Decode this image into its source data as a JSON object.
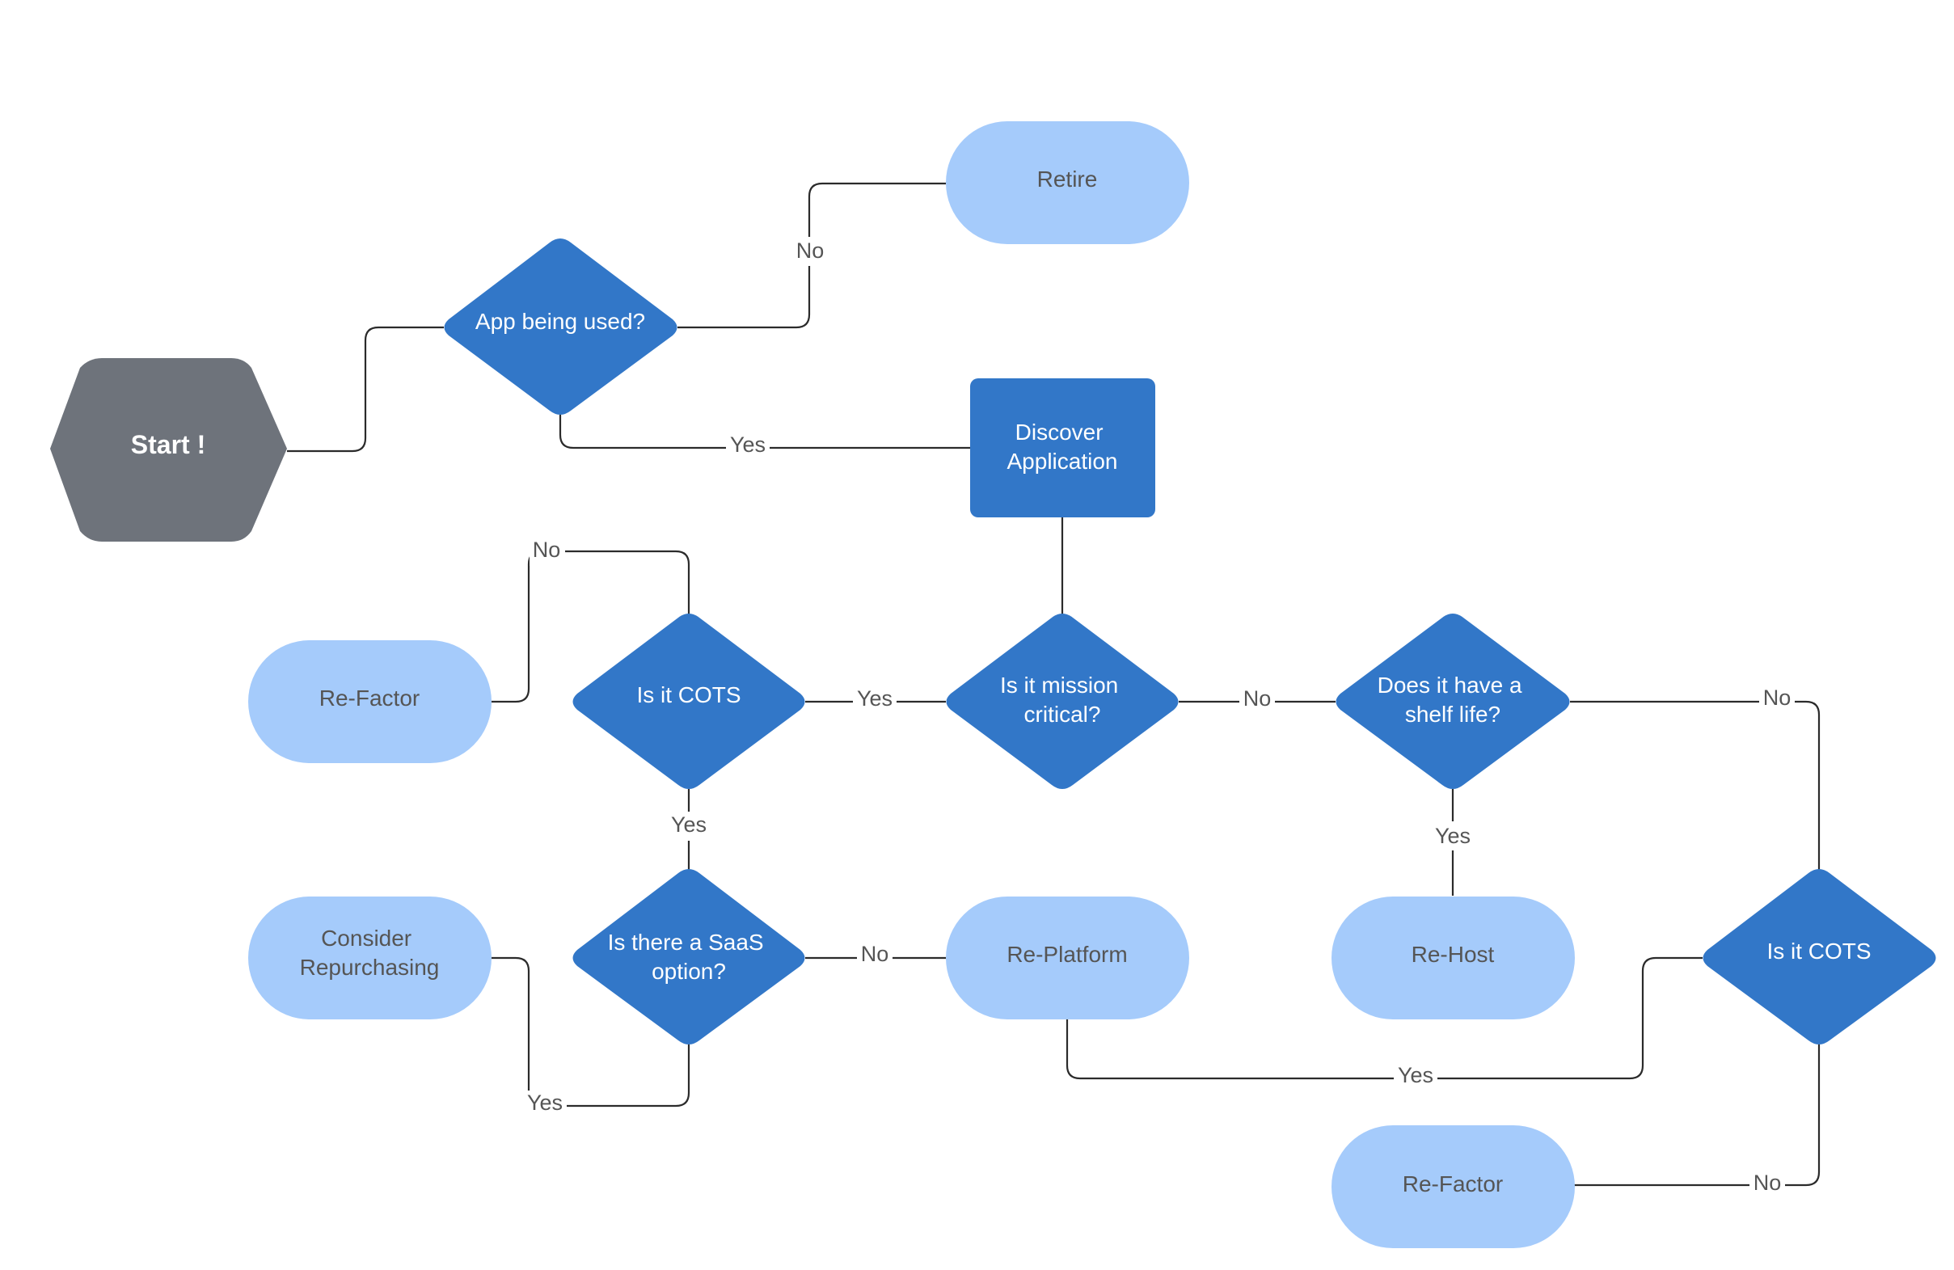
{
  "colors": {
    "start_fill": "#6e737b",
    "decision_fill": "#3277c8",
    "process_fill": "#3277c8",
    "terminal_fill": "#a5cbfb",
    "light_text": "#ffffff",
    "dark_text": "#555555",
    "connector": "#2b2b2b"
  },
  "nodes": {
    "start": {
      "lines": [
        "Start !"
      ]
    },
    "app_used": {
      "lines": [
        "App being used?"
      ]
    },
    "retire": {
      "lines": [
        "Retire"
      ]
    },
    "discover": {
      "lines": [
        "Discover",
        "Application"
      ]
    },
    "mission_critical": {
      "lines": [
        "Is it mission",
        "critical?"
      ]
    },
    "cots_left": {
      "lines": [
        "Is it COTS"
      ]
    },
    "refactor_top": {
      "lines": [
        "Re-Factor"
      ]
    },
    "saas": {
      "lines": [
        "Is there a SaaS",
        "option?"
      ]
    },
    "repurchase": {
      "lines": [
        "Consider",
        "Repurchasing"
      ]
    },
    "replatform": {
      "lines": [
        "Re-Platform"
      ]
    },
    "shelf_life": {
      "lines": [
        "Does it have a",
        "shelf life?"
      ]
    },
    "rehost": {
      "lines": [
        "Re-Host"
      ]
    },
    "cots_right": {
      "lines": [
        "Is it COTS"
      ]
    },
    "refactor_bottom": {
      "lines": [
        "Re-Factor"
      ]
    }
  },
  "edge_labels": {
    "app_no": "No",
    "app_yes": "Yes",
    "mission_yes": "Yes",
    "mission_no": "No",
    "cots_left_no": "No",
    "cots_left_yes": "Yes",
    "saas_no": "No",
    "saas_yes": "Yes",
    "shelf_no": "No",
    "shelf_yes": "Yes",
    "cots_right_yes": "Yes",
    "cots_right_no": "No"
  }
}
